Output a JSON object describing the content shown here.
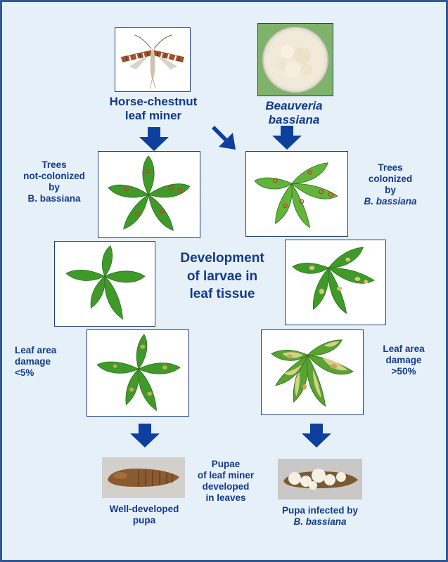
{
  "colors": {
    "background": "#e6f0f9",
    "text": "#123a8c",
    "arrow": "#0d3f9c",
    "leaf_green": "#3f9a2a",
    "leaf_green_light": "#62b53a",
    "damage_tan": "#c8a85a",
    "damage_yellow": "#d9d48a",
    "spot_red": "#c8382a",
    "pupa_brown": "#8a5a30",
    "fungus_white": "#f4f0e4"
  },
  "top": {
    "moth_title": "Horse-chestnut\nleaf miner",
    "fungus_title_line1": "Beauveria",
    "fungus_title_line2": "bassiana"
  },
  "left": {
    "trees_label": "Trees\nnot-colonized\nby\nB. bassiana",
    "damage_label": "Leaf area\ndamage\n<5%",
    "pupa_caption": "Well-developed\npupa"
  },
  "right": {
    "trees_label_line1": "Trees\ncolonized\nby",
    "trees_label_line2": "B. bassiana",
    "damage_label": "Leaf area\ndamage\n>50%",
    "pupa_caption_line1": "Pupa infected by",
    "pupa_caption_line2": "B. bassiana"
  },
  "center": {
    "development_label": "Development\nof larvae in\nleaf tissue",
    "pupae_label": "Pupae\nof leaf miner\ndeveloped\nin leaves"
  },
  "icons": {
    "moth": "moth-photo",
    "fungus": "petri-dish-fungus-photo",
    "leaf": "horse-chestnut-leaf-photo",
    "pupa": "pupa-photo",
    "arrow": "arrow-down-icon"
  }
}
